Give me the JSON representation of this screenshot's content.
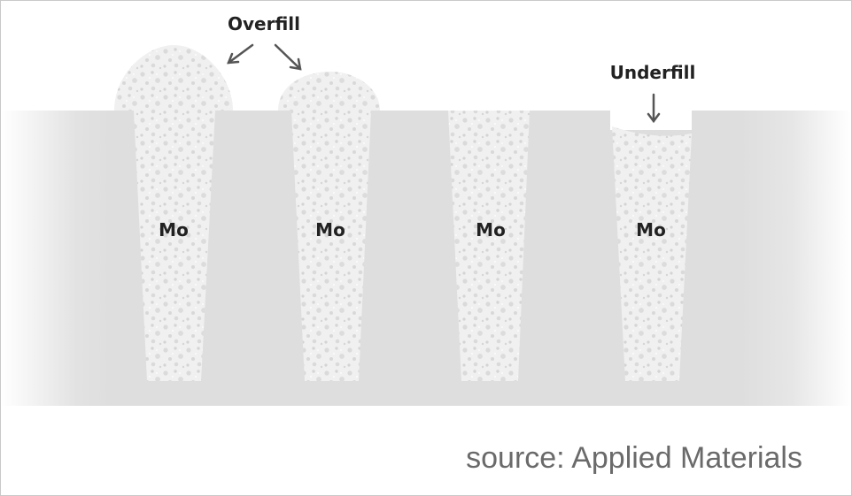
{
  "annotations": {
    "overfill": "Overfill",
    "underfill": "Underfill"
  },
  "via_labels": [
    "Mo",
    "Mo",
    "Mo",
    "Mo"
  ],
  "source": "source: Applied Materials",
  "colors": {
    "substrate": "#dedede",
    "fill_base": "#f1f1f1",
    "fill_speckle": "#dcdcdc",
    "text": "#222222",
    "arrow": "#555555",
    "source_text": "#6a6a6a"
  }
}
